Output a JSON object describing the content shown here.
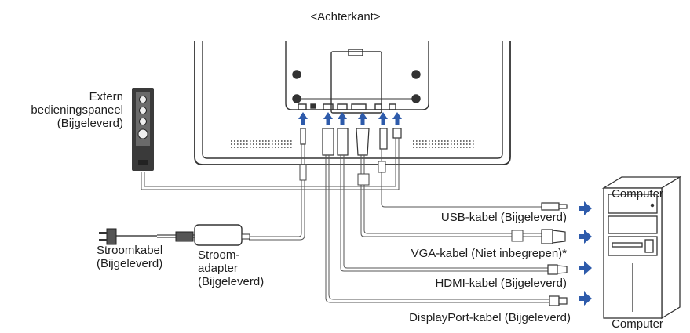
{
  "diagram": {
    "title": "<Achterkant>",
    "labels": {
      "panel_line1": "Extern",
      "panel_line2": "bedieningspaneel",
      "panel_line3": "(Bijgeleverd)",
      "power_cable_line1": "Stroomkabel",
      "power_cable_line2": "(Bijgeleverd)",
      "adapter_line1": "Stroom-",
      "adapter_line2": "adapter",
      "adapter_line3": "(Bijgeleverd)",
      "usb": "USB-kabel (Bijgeleverd)",
      "vga": "VGA-kabel (Niet inbegrepen)*",
      "hdmi": "HDMI-kabel (Bijgeleverd)",
      "displayport": "DisplayPort-kabel (Bijgeleverd)",
      "computer_top": "Computer",
      "computer_bottom": "Computer"
    },
    "colors": {
      "arrow": "#2e5bab",
      "line": "#444444",
      "cable": "#555555"
    }
  }
}
